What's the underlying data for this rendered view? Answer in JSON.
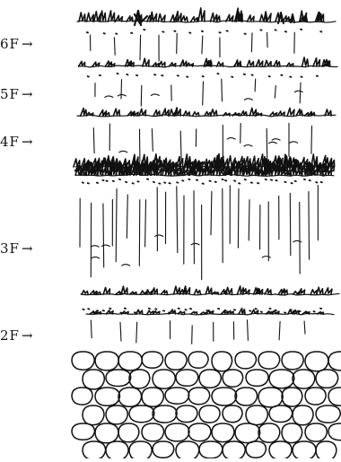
{
  "floor_markers": [
    {
      "label": "6F",
      "arrow": "→"
    },
    {
      "label": "5F",
      "arrow": "→"
    },
    {
      "label": "4F",
      "arrow": "→"
    },
    {
      "label": "3F",
      "arrow": "→"
    },
    {
      "label": "2F",
      "arrow": "→"
    }
  ],
  "colors": {
    "ink": "#111111",
    "paper": "#ffffff"
  }
}
